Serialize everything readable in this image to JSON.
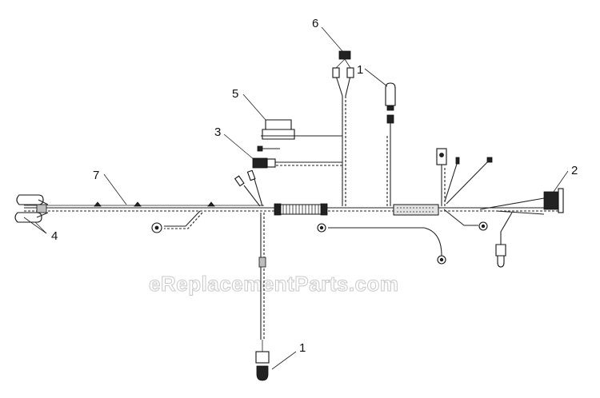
{
  "callouts": {
    "c1_top": "1",
    "c1_bottom": "1",
    "c2": "2",
    "c3": "3",
    "c4": "4",
    "c5": "5",
    "c6": "6",
    "c7": "7"
  },
  "watermark": "eReplacementParts.com"
}
